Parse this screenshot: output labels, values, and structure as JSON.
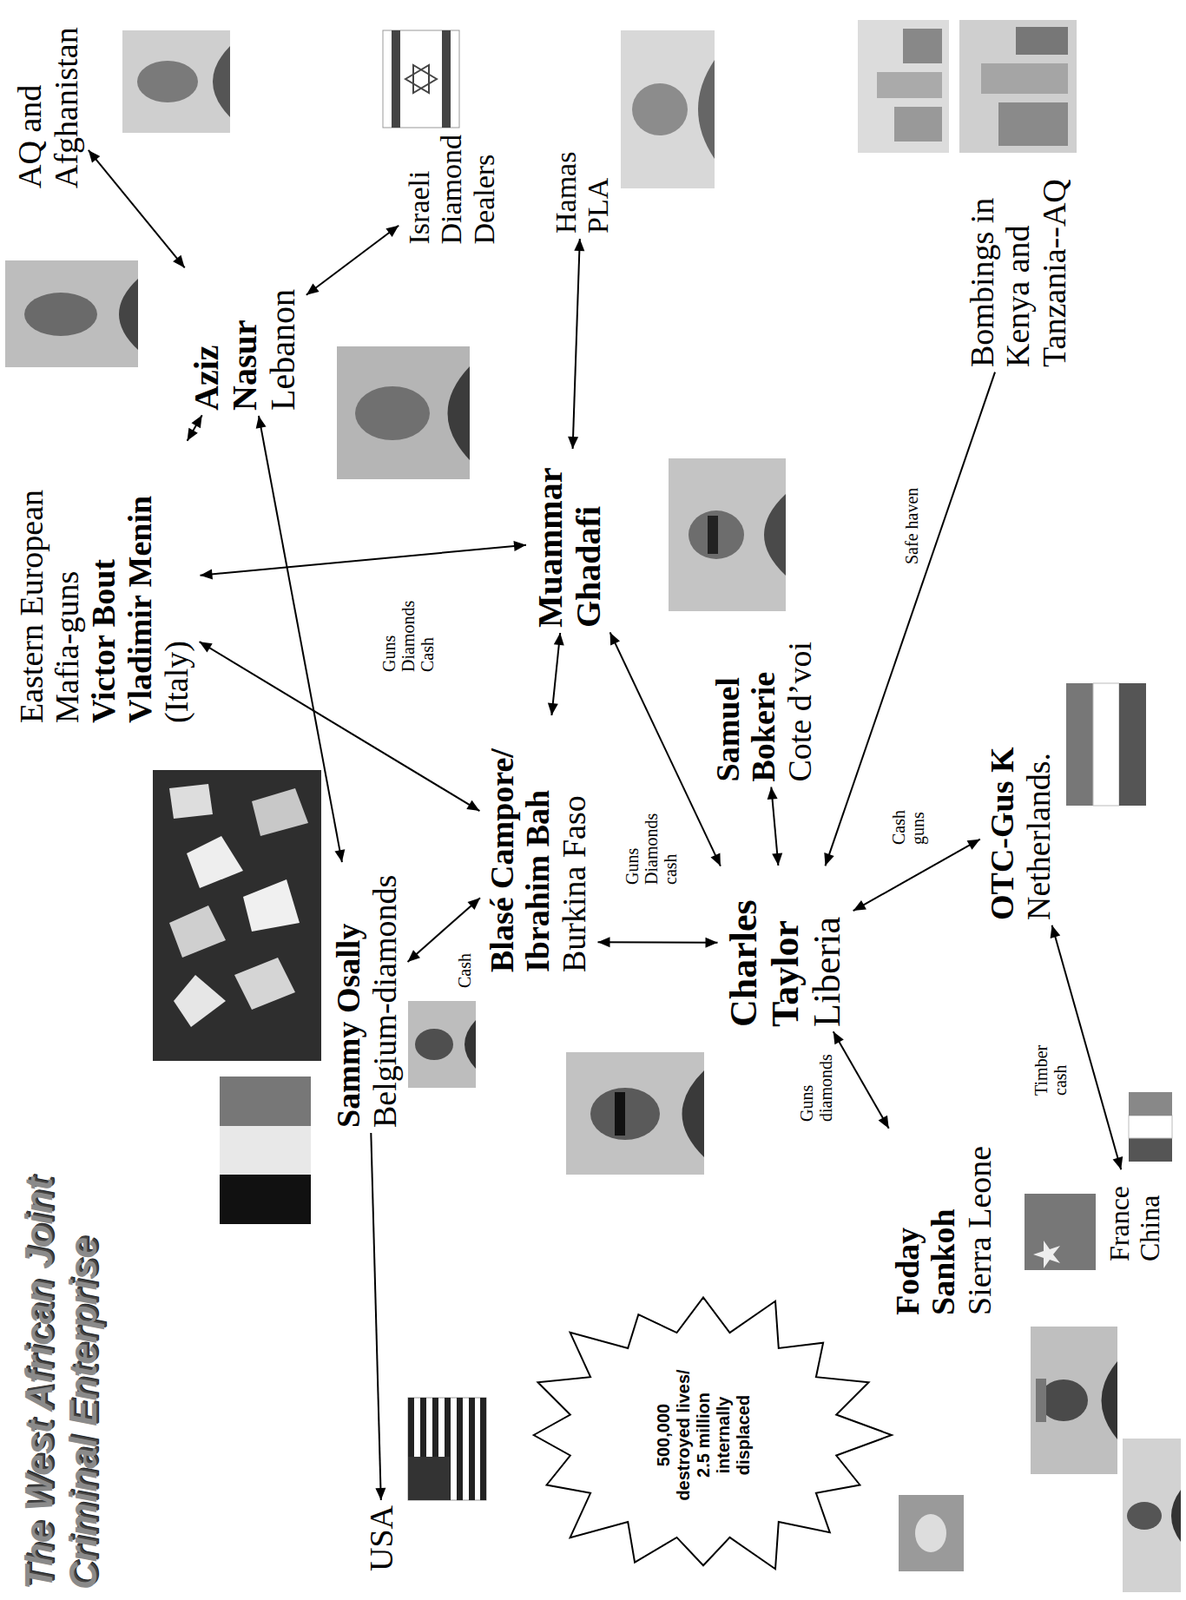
{
  "diagram": {
    "title": "The West African Joint Criminal Enterprise",
    "nodes": [
      {
        "text": [
          "AQ and Afghanistan"
        ]
      },
      {
        "text": [
          "Aziz Nasur",
          "Lebanon"
        ]
      },
      {
        "text": [
          "Israeli Diamond Dealers"
        ]
      },
      {
        "text": [
          "Hamas PLA"
        ]
      },
      {
        "text": [
          "Eastern European Mafia-guns",
          "Victor Bout Vladimir Menin",
          "(Italy)"
        ]
      },
      {
        "text": [
          "Muammar Ghadafi"
        ]
      },
      {
        "text": [
          "Bombings in Kenya and Tanzania--AQ"
        ]
      },
      {
        "text": [
          "Blasé Campore/ Ibrahim Bah",
          "Burkina Faso"
        ]
      },
      {
        "text": [
          "Samuel Bokerie",
          "Cote d’voi"
        ]
      },
      {
        "text": [
          "Charles Taylor",
          "Liberia"
        ]
      },
      {
        "text": [
          "Sammy Osally",
          "Belgium-diamonds"
        ]
      },
      {
        "text": [
          "USA"
        ]
      },
      {
        "text": [
          "OTC-Gus K",
          "Netherlands."
        ]
      },
      {
        "text": [
          "France China"
        ]
      },
      {
        "text": [
          "Foday Sankoh",
          "Sierra Leone"
        ]
      },
      {
        "text": [
          "500,000 destroyed lives/ 2.5 million internally displaced"
        ]
      }
    ],
    "edges": [
      {
        "from": 0,
        "to": 1,
        "arrow": "both"
      },
      {
        "from": 4,
        "to": 1,
        "arrow": "both"
      },
      {
        "from": 1,
        "to": 2,
        "arrow": "both"
      },
      {
        "from": 1,
        "to": 10,
        "arrow": "both"
      },
      {
        "from": 4,
        "to": 5,
        "arrow": "both"
      },
      {
        "from": 4,
        "to": 7,
        "arrow": "both"
      },
      {
        "from": 5,
        "to": 3,
        "arrow": "both"
      },
      {
        "from": 5,
        "to": 7,
        "arrow": "both"
      },
      {
        "from": 5,
        "to": 9,
        "arrow": "both"
      },
      {
        "from": 7,
        "to": 9,
        "label": "Guns Diamonds cash",
        "arrow": "both"
      },
      {
        "from": 8,
        "to": 9,
        "arrow": "both"
      },
      {
        "from": 6,
        "to": 9,
        "label": "Safe haven",
        "arrow": "to"
      },
      {
        "from": 9,
        "to": 12,
        "label": "Cash guns",
        "arrow": "both"
      },
      {
        "from": 12,
        "to": 13,
        "label": "Timber cash",
        "arrow": "both"
      },
      {
        "from": 9,
        "to": 14,
        "label": "Guns diamonds",
        "arrow": "both"
      },
      {
        "from": 10,
        "to": 7,
        "label": "Cash",
        "arrow": "both"
      },
      {
        "from": 10,
        "to": 11,
        "arrow": "to"
      }
    ],
    "labels": [
      "Guns Diamonds Cash"
    ]
  }
}
